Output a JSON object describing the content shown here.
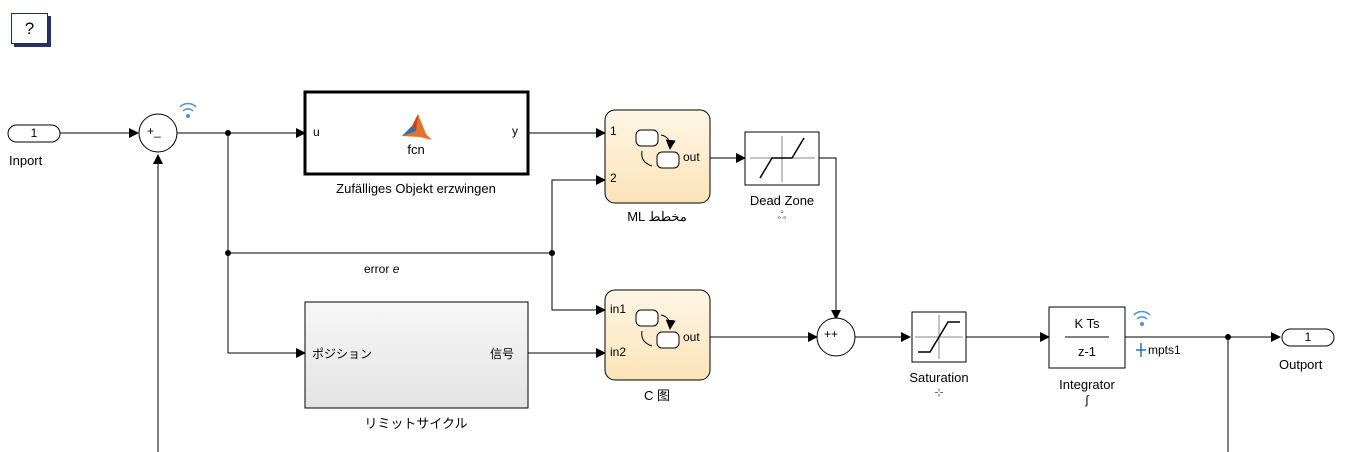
{
  "help_button": {
    "label": "?"
  },
  "inport": {
    "number": "1",
    "label": "Inport"
  },
  "outport": {
    "number": "1",
    "label": "Outport"
  },
  "sum1": {
    "signs": "+_"
  },
  "sum2": {
    "signs": "++"
  },
  "fcn_block": {
    "in_port": "u",
    "out_port": "y",
    "name": "fcn",
    "caption": "Zufälliges Objekt erzwingen"
  },
  "ml_chart": {
    "in1": "1",
    "in2": "2",
    "out": "out",
    "caption": "ML مخطط"
  },
  "c_chart": {
    "in1": "in1",
    "in2": "in2",
    "out": "out",
    "caption": "C 图"
  },
  "limit_cycle": {
    "in_port": "ポジション",
    "out_port": "信号",
    "caption": "リミットサイクル"
  },
  "dead_zone": {
    "caption": "Dead Zone",
    "sub_caption": "ஃ"
  },
  "saturation": {
    "caption": "Saturation",
    "sub_caption": "⊹"
  },
  "integrator": {
    "numerator": "K Ts",
    "denominator": "z-1",
    "caption": "Integrator",
    "sub_caption": "∫"
  },
  "signal_labels": {
    "error": "error",
    "error_symbol": "e",
    "mpts": "mpts1"
  },
  "colors": {
    "chart_fill": "#fdeccd",
    "subsystem_fill": "#eeeeee",
    "test_point": "#4a90d9",
    "line": "#000000"
  }
}
